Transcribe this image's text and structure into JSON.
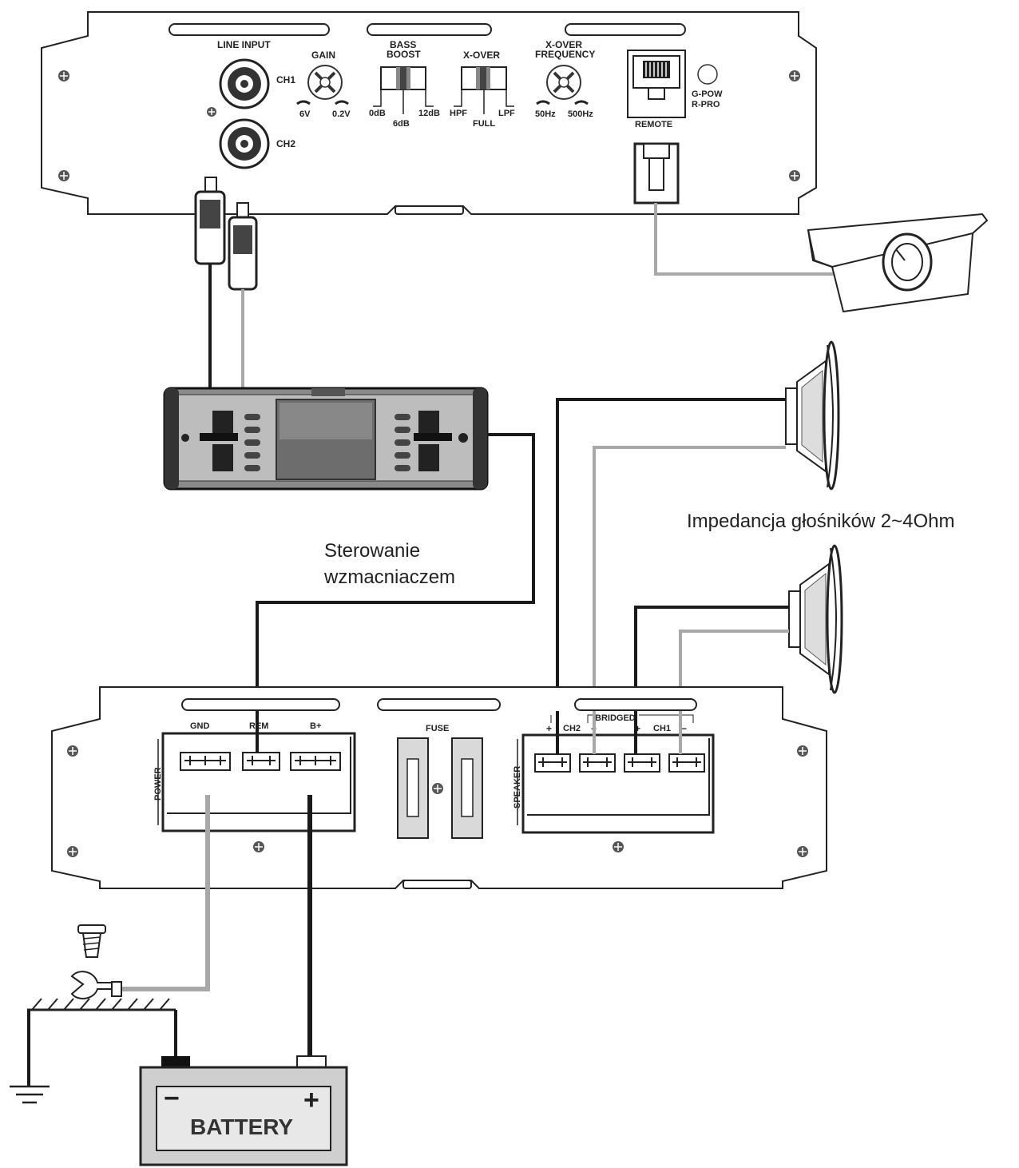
{
  "amp_top": {
    "line_input": "LINE INPUT",
    "ch1": "CH1",
    "ch2": "CH2",
    "gain": "GAIN",
    "gain_min": "6V",
    "gain_max": "0.2V",
    "bass_boost_1": "BASS",
    "bass_boost_2": "BOOST",
    "bass_0": "0dB",
    "bass_6": "6dB",
    "bass_12": "12dB",
    "xover": "X-OVER",
    "xover_hpf": "HPF",
    "xover_full": "FULL",
    "xover_lpf": "LPF",
    "xfreq_1": "X-OVER",
    "xfreq_2": "FREQUENCY",
    "xfreq_min": "50Hz",
    "xfreq_max": "500Hz",
    "remote": "REMOTE",
    "gpow": "G-POW",
    "rpro": "R-PRO"
  },
  "amp_bottom": {
    "gnd": "GND",
    "rem": "REM",
    "bplus": "B+",
    "power": "POWER",
    "fuse": "FUSE",
    "bridged": "BRIDGED",
    "ch2": "CH2",
    "ch1": "CH1",
    "plus": "+",
    "minus": "−",
    "speaker": "SPEAKER"
  },
  "annotations": {
    "control_1": "Sterowanie",
    "control_2": "wzmacniaczem",
    "impedance": "Impedancja głośników 2~4Ohm"
  },
  "battery": {
    "label": "BATTERY",
    "neg": "−",
    "pos": "+"
  },
  "colors": {
    "dark_wire": "#1a1a1a",
    "gray_wire": "#a8a8a8"
  }
}
